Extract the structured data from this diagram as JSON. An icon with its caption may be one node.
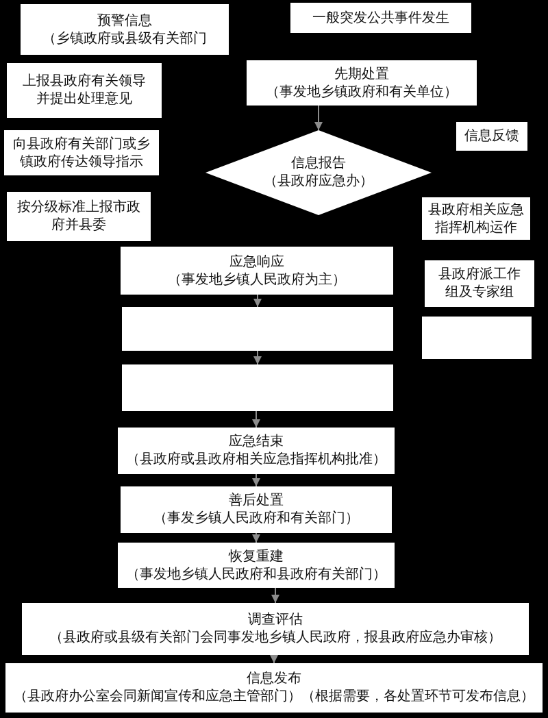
{
  "diagram": {
    "nodes": [
      {
        "text": [
          "预警信息",
          "（乡镇政府或县级有关部门"
        ]
      },
      {
        "text": [
          "一般突发公共事件发生"
        ]
      },
      {
        "text": [
          "上报县政府有关领导并提出处理意见"
        ]
      },
      {
        "text": [
          "先期处置",
          "（事发地乡镇政府和有关单位）"
        ]
      },
      {
        "text": [
          "向县政府有关部门或乡镇政府传达领导指示"
        ]
      },
      {
        "text": [
          "信息反馈"
        ]
      },
      {
        "text": [
          "信息报告",
          "（县政府应急办）"
        ]
      },
      {
        "text": [
          "按分级标准上报市政府并县委"
        ]
      },
      {
        "text": [
          "县政府相关应急指挥机构运作"
        ]
      },
      {
        "text": [
          "应急响应",
          "（事发地乡镇人民政府为主）"
        ]
      },
      {
        "text": [
          "县政府派工作组及专家组"
        ]
      },
      {
        "text": [],
        "shape": "box"
      },
      {
        "text": [],
        "shape": "box"
      },
      {
        "text": [],
        "shape": "box"
      },
      {
        "text": [
          "应急结束",
          "（县政府或县政府相关应急指挥机构批准）"
        ]
      },
      {
        "text": [
          "善后处置",
          "（事发乡镇人民政府和有关部门）"
        ]
      },
      {
        "text": [
          "恢复重建",
          "（事发地乡镇人民政府和县政府有关部门）"
        ]
      },
      {
        "text": [
          "调查评估",
          "（县政府或县级有关部门会同事发地乡镇人民政府，报县政府应急办审核）"
        ]
      },
      {
        "text": [
          "信息发布",
          "（县政府办公室会同新闻宣传和应急主管部门）（根据需要，各处置环节可发布信息）"
        ]
      }
    ],
    "edges": [
      {
        "from": 3,
        "to": 6,
        "arrow": "to"
      },
      {
        "from": 9,
        "to": 11,
        "arrow": "to"
      },
      {
        "from": 11,
        "to": 13,
        "arrow": "to"
      },
      {
        "from": 13,
        "to": 14,
        "arrow": "to"
      },
      {
        "from": 14,
        "to": 15,
        "arrow": "to"
      },
      {
        "from": 15,
        "to": 16,
        "arrow": "to"
      },
      {
        "from": 16,
        "to": 17,
        "arrow": "to"
      },
      {
        "from": 17,
        "to": 18,
        "arrow": "to"
      }
    ]
  }
}
